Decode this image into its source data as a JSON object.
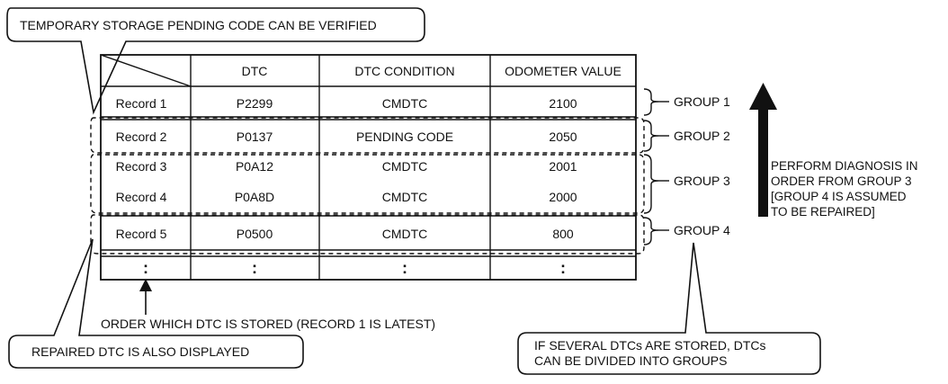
{
  "callouts": {
    "top_label": "TEMPORARY STORAGE PENDING CODE CAN BE VERIFIED",
    "bottom_left_label": "REPAIRED DTC IS ALSO DISPLAYED",
    "bottom_right_line1": "IF SEVERAL DTCs ARE STORED, DTCs",
    "bottom_right_line2": "CAN BE DIVIDED INTO GROUPS"
  },
  "table": {
    "headers": [
      "DTC",
      "DTC CONDITION",
      "ODOMETER VALUE"
    ],
    "rows": [
      {
        "record": "Record 1",
        "dtc": "P2299",
        "condition": "CMDTC",
        "odometer": "2100"
      },
      {
        "record": "Record 2",
        "dtc": "P0137",
        "condition": "PENDING CODE",
        "odometer": "2050"
      },
      {
        "record": "Record 3",
        "dtc": "P0A12",
        "condition": "CMDTC",
        "odometer": "2001"
      },
      {
        "record": "Record 4",
        "dtc": "P0A8D",
        "condition": "CMDTC",
        "odometer": "2000"
      },
      {
        "record": "Record 5",
        "dtc": "P0500",
        "condition": "CMDTC",
        "odometer": "800"
      }
    ],
    "ellipsis": ":"
  },
  "groups": [
    "GROUP 1",
    "GROUP 2",
    "GROUP 3",
    "GROUP 4"
  ],
  "order_label": "ORDER WHICH DTC IS STORED (RECORD 1 IS LATEST)",
  "diagnosis_note": [
    "PERFORM DIAGNOSIS IN",
    "ORDER FROM GROUP 3",
    "[GROUP 4 IS ASSUMED",
    "TO BE REPAIRED]"
  ]
}
